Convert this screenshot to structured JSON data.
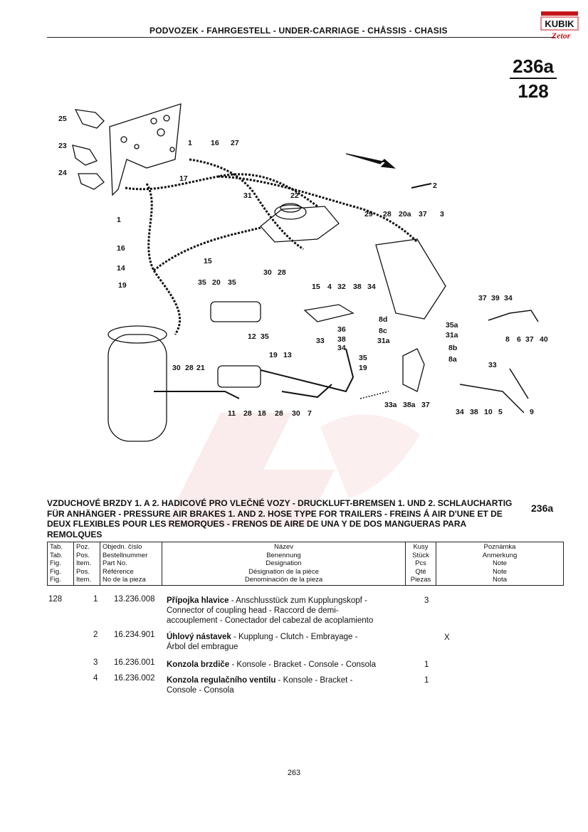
{
  "header": {
    "title": "PODVOZEK - FAHRGESTELL - UNDER-CARRIAGE - CHÅSSIS - CHASIS",
    "logo_text": "KUBIK",
    "logo_sub": "Zetor",
    "ref_top": "236a",
    "ref_bottom": "128"
  },
  "diagram": {
    "callouts": [
      "25",
      "23",
      "24",
      "1",
      "16",
      "27",
      "17",
      "2",
      "22",
      "31",
      "29",
      "28",
      "20a",
      "37",
      "3",
      "1",
      "16",
      "14",
      "15",
      "30",
      "28",
      "19",
      "35",
      "20",
      "35",
      "15",
      "4",
      "32",
      "38",
      "34",
      "37",
      "39",
      "34",
      "8d",
      "35a",
      "36",
      "8c",
      "31a",
      "38",
      "33",
      "12",
      "35",
      "34",
      "31a",
      "8b",
      "8",
      "6",
      "37",
      "40",
      "19",
      "13",
      "35",
      "8a",
      "19",
      "30",
      "28",
      "21",
      "33",
      "11",
      "28",
      "18",
      "28",
      "30",
      "7",
      "33a",
      "38a",
      "37",
      "34",
      "38",
      "10",
      "5",
      "9"
    ]
  },
  "section": {
    "title": "VZDUCHOVÉ BRZDY 1. A 2. HADICOVÉ PRO VLEČNÉ VOZY - DRUCKLUFT-BREMSEN 1. UND 2. SCHLAUCHARTIG FÜR ANHÄNGER - PRESSURE AIR BRAKES 1. AND 2. HOSE TYPE FOR TRAILERS - FREINS Á AIR D'UNE ET DE DEUX FLEXIBLES POUR LES REMORQUES - FRENOS DE AIRE DE UNA Y DE DOS MANGUERAS PARA REMOLQUES",
    "code": "236a"
  },
  "table_header": {
    "tab": [
      "Tab.",
      "Tab.",
      "Fig.",
      "Fig.",
      "Fig."
    ],
    "pos": [
      "Poz.",
      "Pos.",
      "Item.",
      "Pos.",
      "Item."
    ],
    "part": [
      "Objedn. číslo",
      "Bestellnummer",
      "Part No.",
      "Référence",
      "No de la pieza"
    ],
    "name": [
      "Název",
      "Benennung",
      "Designation",
      "Désignation de la pièce",
      "Denominación de la pieza"
    ],
    "qty": [
      "Kusy",
      "Stück",
      "Pcs",
      "Qté",
      "Piezas"
    ],
    "note": [
      "Poznámka",
      "Anmerkung",
      "Note",
      "Note",
      "Nota"
    ]
  },
  "rows": [
    {
      "tab": "128",
      "pos": "1",
      "part": "13.236.008",
      "name_bold": "Přípojka hlavice",
      "name_rest": " - Anschlusstück zum Kupplungskopf -",
      "line2": "Connector of coupling head - Raccord de demi-",
      "line3": "accouplement - Conectador del cabezal de acoplamiento",
      "qty": "3",
      "note": ""
    },
    {
      "tab": "",
      "pos": "2",
      "part": "16.234.901",
      "name_bold": "Úhlový nástavek",
      "name_rest": " - Kupplung - Clutch - Embrayage -",
      "line2": "Árbol del embrague",
      "line3": "",
      "qty": "",
      "note": "X"
    },
    {
      "tab": "",
      "pos": "3",
      "part": "16.236.001",
      "name_bold": "Konzola brzdiče",
      "name_rest": " - Konsole - Bracket - Console - Consola",
      "line2": "",
      "line3": "",
      "qty": "1",
      "note": ""
    },
    {
      "tab": "",
      "pos": "4",
      "part": "16.236.002",
      "name_bold": "Konzola regulačního ventilu",
      "name_rest": " - Konsole - Bracket -",
      "line2": "Console - Consola",
      "line3": "",
      "qty": "1",
      "note": ""
    }
  ],
  "page_number": "263"
}
